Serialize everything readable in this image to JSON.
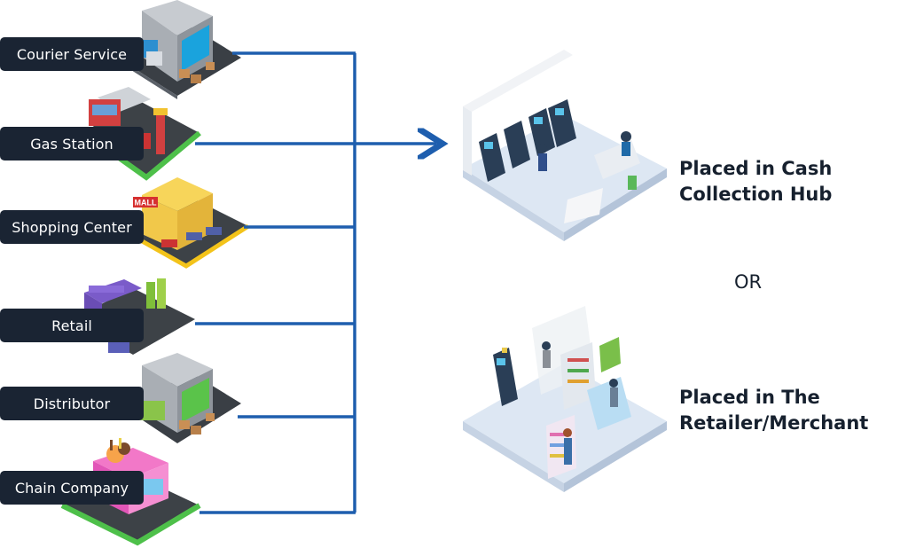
{
  "sources": [
    {
      "label": "Courier Service"
    },
    {
      "label": "Gas Station"
    },
    {
      "label": "Shopping Center"
    },
    {
      "label": "Retail"
    },
    {
      "label": "Distributor"
    },
    {
      "label": "Chain Company"
    }
  ],
  "destinations": {
    "hub": {
      "line1": "Placed in Cash",
      "line2": "Collection Hub"
    },
    "or": "OR",
    "merchant": {
      "line1": "Placed in The",
      "line2": "Retailer/Merchant"
    }
  },
  "illustration_text": {
    "mall_sign": "MALL"
  },
  "colors": {
    "connector": "#1e5eae",
    "label_bg": "#1a2433",
    "label_text": "#ffffff",
    "body_text": "#16202e"
  }
}
